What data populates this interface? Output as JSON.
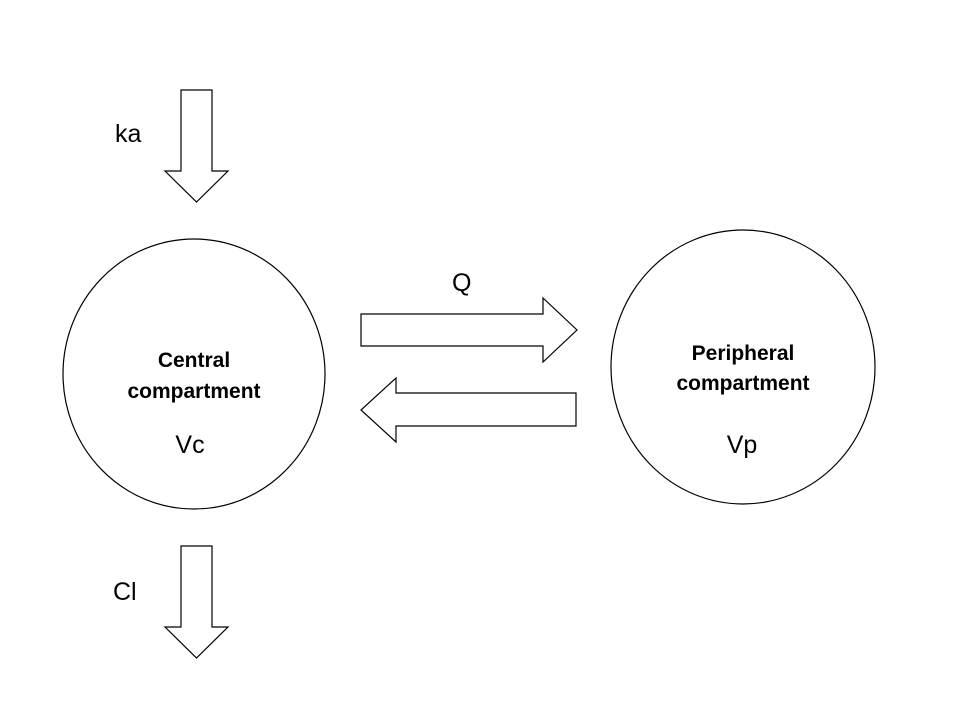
{
  "central": {
    "title_line1": "Central",
    "title_line2": "compartment",
    "volume": "Vc"
  },
  "peripheral": {
    "title_line1": "Peripheral",
    "title_line2": "compartment",
    "volume": "Vp"
  },
  "absorption": {
    "label": "ka"
  },
  "clearance": {
    "label": "Cl"
  },
  "intercompartmental": {
    "label": "Q"
  }
}
